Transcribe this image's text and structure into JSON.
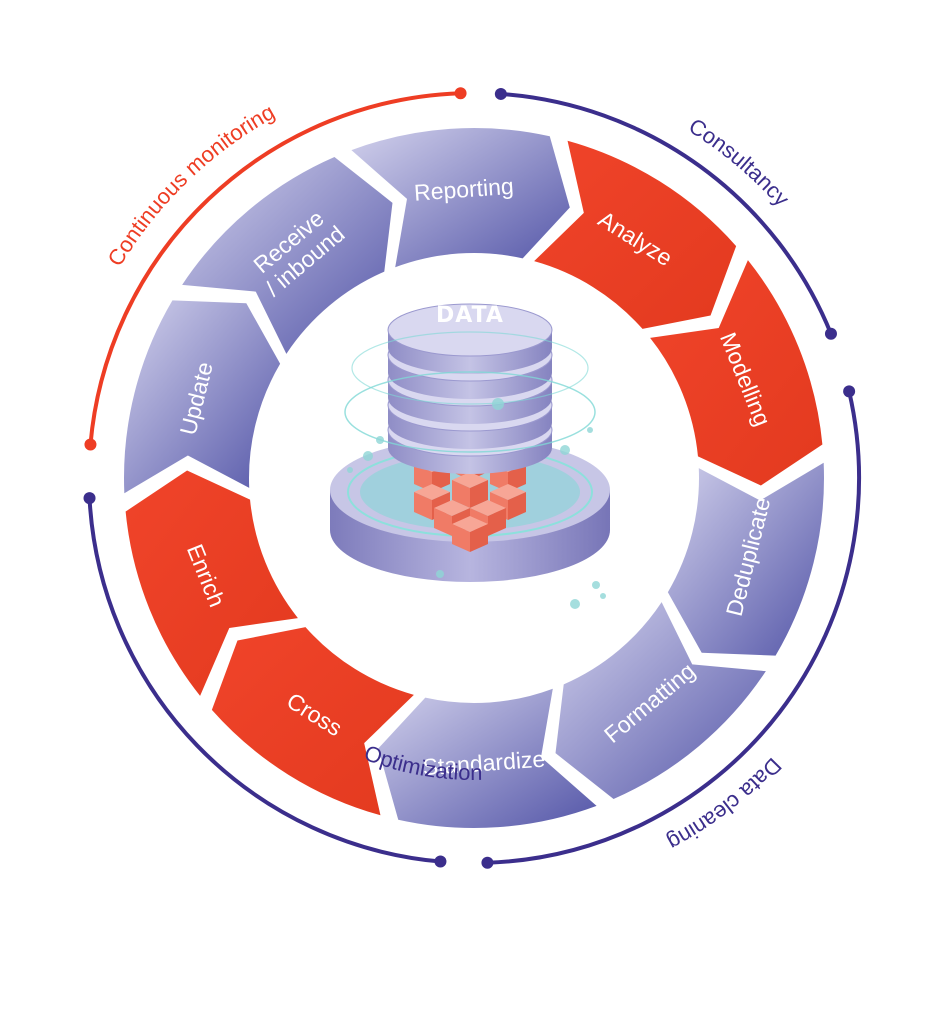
{
  "diagram": {
    "center_label": "DATA",
    "colors": {
      "purple_light": "#c9c8e6",
      "purple_dark": "#5b5cae",
      "red": "#ee3d24",
      "ring_blue": "#3b2e8c",
      "ring_red": "#ee3d24",
      "cylinder": "#a6a4d2",
      "cubes": "#f07b66"
    },
    "outer_arcs": [
      {
        "label": "Consultancy",
        "color": "ring_blue"
      },
      {
        "label": "Data cleaning",
        "color": "ring_blue"
      },
      {
        "label": "Optimization",
        "color": "ring_blue"
      },
      {
        "label": "Continuous monitoring",
        "color": "ring_red"
      }
    ],
    "segments": [
      {
        "label": "Reporting",
        "color": "purple"
      },
      {
        "label": "Analyze",
        "color": "red"
      },
      {
        "label": "Modelling",
        "color": "red"
      },
      {
        "label": "Deduplicate",
        "color": "purple"
      },
      {
        "label": "Formatting",
        "color": "purple"
      },
      {
        "label": "Standardize",
        "color": "purple"
      },
      {
        "label": "Cross",
        "color": "red"
      },
      {
        "label": "Enrich",
        "color": "red"
      },
      {
        "label": "Update",
        "color": "purple"
      },
      {
        "label": "Receive",
        "label2": "/ inbound",
        "color": "purple"
      }
    ]
  }
}
